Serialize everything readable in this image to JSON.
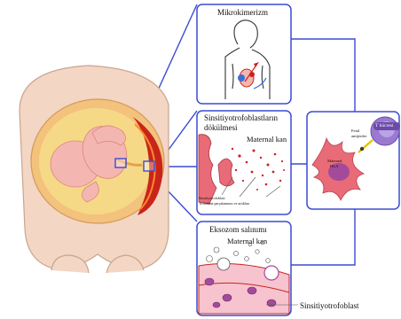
{
  "panels": {
    "mikrokimerizm": {
      "title": "Mikrokimerizm"
    },
    "dokulmesi": {
      "title_line1": "Sinsitiyotrofoblastların",
      "title_line2": "dökülmesi",
      "maternal_blood": "Maternal kan",
      "fragments_line1": "Sinsitiyotrofoblast",
      "fragments_line2": "Trofoblast parçalanması ve artıkları"
    },
    "eksozom": {
      "title": "Eksozom salınımı",
      "maternal_blood": "Maternal kan",
      "syncytiotrophoblast": "Sinsitiyotrofoblast"
    },
    "immune": {
      "t_cell": "T hücresi",
      "fetal_antigens_line1": "Fetal",
      "fetal_antigens_line2": "antijenler",
      "maternal_hla_line1": "Maternal",
      "maternal_hla_line2": "HLA"
    }
  },
  "colors": {
    "panel_border": "#3b4bd1",
    "connector": "#3b4bd1",
    "placenta": "#c9241b",
    "amniotic": "#f6d987",
    "body": "#f3d6c4",
    "fetus": "#f4b6b0",
    "dendritic_cell": "#e96b77",
    "nucleus": "#a44a9b",
    "t_cell": "#9a7ad0"
  }
}
